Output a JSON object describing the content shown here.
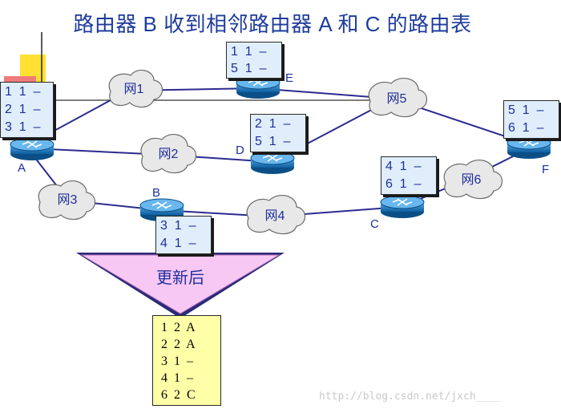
{
  "title": "路由器 B 收到相邻路由器 A 和 C 的路由表",
  "nodes": {
    "A": "A",
    "B": "B",
    "C": "C",
    "D": "D",
    "E": "E",
    "F": "F"
  },
  "networks": {
    "net1": "网1",
    "net2": "网2",
    "net3": "网3",
    "net4": "网4",
    "net5": "网5",
    "net6": "网6"
  },
  "tables": {
    "A": [
      "1  1  –",
      "2  1  –",
      "3  1  –"
    ],
    "B": [
      "3  1  –",
      "4  1  –"
    ],
    "C": [
      "4  1  –",
      "6  1  –"
    ],
    "D": [
      "2  1  –",
      "5  1  –"
    ],
    "E": [
      "1  1  –",
      "5  1  –"
    ],
    "F": [
      "5  1  –",
      "6  1  –"
    ]
  },
  "update_label": "更新后",
  "updated_table": [
    "1  2  A",
    "2  2  A",
    "3  1  –",
    "4  1  –",
    "6  2  C"
  ],
  "watermark": "http://blog.csdn.net/jxch____"
}
